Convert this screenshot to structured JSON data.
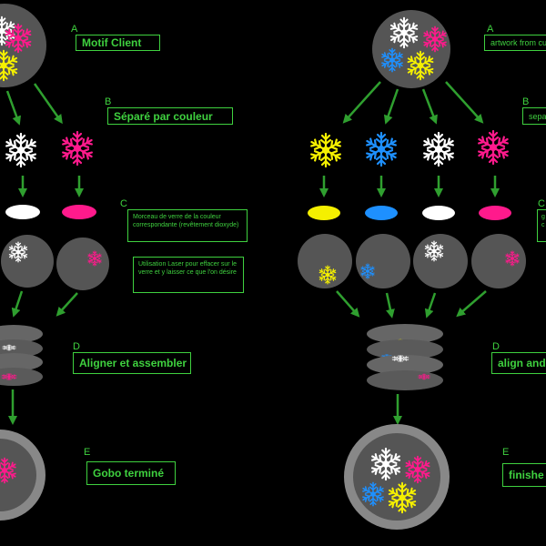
{
  "left": {
    "steps": {
      "a": "A",
      "b": "B",
      "c": "C",
      "d": "D",
      "e": "E"
    },
    "motif": "Motif Client",
    "separe": "Séparé par couleur",
    "morceau": "Morceau de verre de la couleur correspondante (revêtement dioxyde)",
    "laser": "Utilisation Laser pour effacer sur le verre et y laisser ce que l'on désire",
    "aligner": "Aligner et assembler",
    "gobo": "Gobo terminé"
  },
  "right": {
    "steps": {
      "a": "A",
      "b": "B",
      "c": "C",
      "d": "D",
      "e": "E"
    },
    "artwork": "artwork from cu",
    "separation": "sepa",
    "glass": "g\nc",
    "align": "align and",
    "finished": "finishe"
  },
  "colors": {
    "green": "#3fd13f",
    "white": "#ffffff",
    "magenta": "#ff1a8c",
    "yellow": "#f5f000",
    "blue": "#1e90ff",
    "disc": "#555555",
    "ring": "#888888"
  },
  "icons": {
    "snowflake": "snowflake-icon",
    "arrow": "arrow-icon"
  }
}
